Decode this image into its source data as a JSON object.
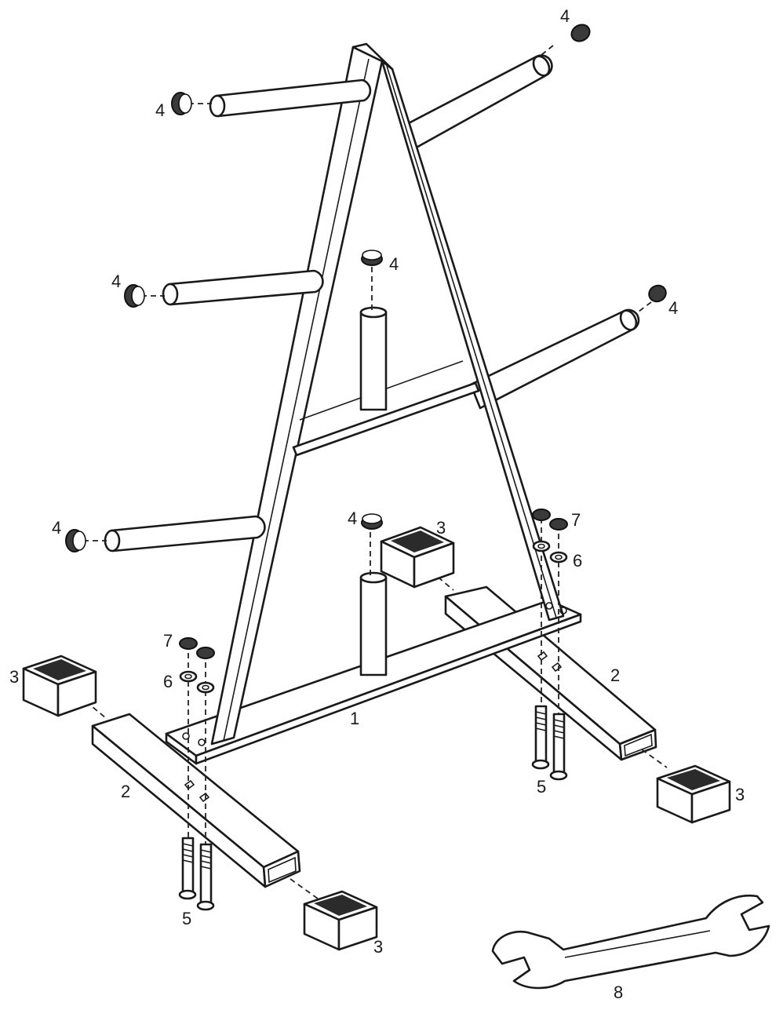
{
  "labels": {
    "frame": "1",
    "base_tube": "2",
    "end_cap_square": "3",
    "end_cap_round": "4",
    "bolt": "5",
    "washer": "6",
    "nut": "7",
    "wrench": "8"
  },
  "colors": {
    "line": "#1a1a1a",
    "background": "#ffffff",
    "cap_fill": "#3a3a3a"
  }
}
